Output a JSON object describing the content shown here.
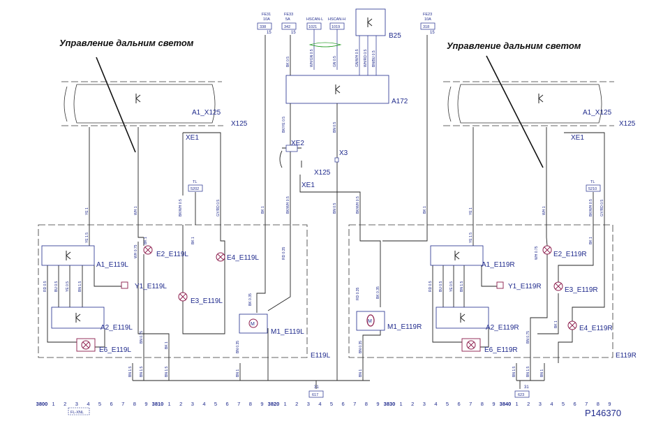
{
  "annotations": {
    "left": "Управление дальним светом",
    "right": "Управление дальним светом"
  },
  "connectors": {
    "a1_x125": "A1_X125",
    "x125": "X125",
    "xe1": "XE1",
    "xe2": "XE2",
    "x3": "X3"
  },
  "top_boxes": {
    "fe31_title": "FE31",
    "fe31_rating": "10A",
    "fe31_id": "338",
    "fe31_pin": "15",
    "fe33_title": "FE33",
    "fe33_rating": "5A",
    "fe33_id": "342",
    "fe33_pin": "15",
    "hscanl_title": "HSCAN-L",
    "hscanl_id": "1021",
    "hscanh_title": "HSCAN-H",
    "hscanh_id": "1019",
    "fe23_title": "FE23",
    "fe23_rating": "10A",
    "fe23_id": "318",
    "fe23_pin": "15",
    "b25": "B25",
    "a172": "A172"
  },
  "splices": {
    "tl_left": "TL",
    "tl_left_id": "5202",
    "tl_right": "TL",
    "tl_right_id": "5210"
  },
  "components_left": {
    "a1": "A1_E119L",
    "a2": "A2_E119L",
    "y1": "Y1_E119L",
    "e2": "E2_E119L",
    "e3": "E3_E119L",
    "e4": "E4_E119L",
    "e6": "E6_E119L",
    "m1": "M1_E119L",
    "module": "E119L"
  },
  "components_right": {
    "a1": "A1_E119R",
    "a2": "A2_E119R",
    "y1": "Y1_E119R",
    "e2": "E2_E119R",
    "e3": "E3_E119R",
    "e4": "E4_E119R",
    "e6": "E6_E119R",
    "m1": "M1_E119R",
    "module": "E119R"
  },
  "grounds": {
    "center_pin": "31",
    "center_id": "617",
    "right_pin": "31",
    "right_id": "623"
  },
  "motor_symbol": "M",
  "wire_labels": {
    "ye15": "YE 1.5",
    "ye1": "YE 1",
    "wh1": "WH 1",
    "gyrd05": "GY/RD 0.5",
    "bkwh05": "BK/WH 0.5",
    "bk1": "BK 1",
    "bkwh05b": "BK/WH 0.5",
    "bk05": "BK 0.5",
    "whgn05": "WH/GN 0.5",
    "gnbl05": "GN 0.5",
    "bkye05": "BK/YE 0.5",
    "bn05": "BN 0.5",
    "wh075": "WH 0.75",
    "bn075": "BN 0.75",
    "bn15": "BN 1.5",
    "rd035": "RD 0.35",
    "bk035": "BK 0.35",
    "bn035": "BN 0.35",
    "rd05": "RD 0.5",
    "bu05": "BU 0.5",
    "ye05": "YE 0.5",
    "bn1": "BN 1",
    "gnwh05": "GN/WH 0.5",
    "whrd05": "WH/RD 0.5",
    "bnbu05": "BN/BU 0.5"
  },
  "grid": {
    "labels": [
      "3800",
      "1",
      "2",
      "3",
      "4",
      "5",
      "6",
      "7",
      "8",
      "9",
      "3810",
      "1",
      "2",
      "3",
      "4",
      "5",
      "6",
      "7",
      "8",
      "9",
      "3820",
      "1",
      "2",
      "3",
      "4",
      "5",
      "6",
      "7",
      "8",
      "9",
      "3830",
      "1",
      "2",
      "3",
      "4",
      "5",
      "6",
      "7",
      "8",
      "9",
      "3840",
      "1",
      "2",
      "3",
      "4",
      "5",
      "6",
      "7",
      "8",
      "9"
    ],
    "tag": "FL-XNL"
  },
  "reference": "P146370"
}
